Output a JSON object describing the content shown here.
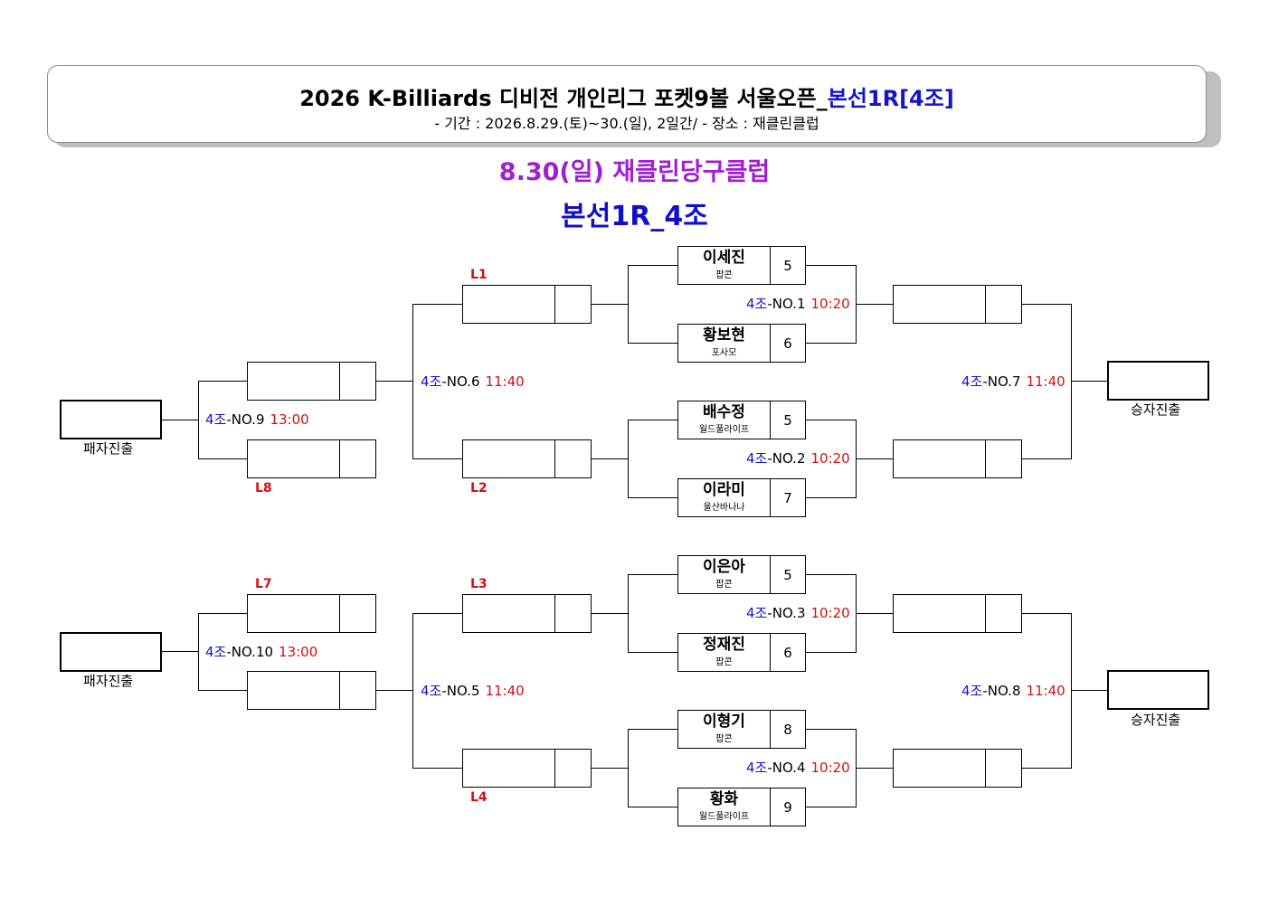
{
  "header": {
    "title_main": "2026  K-Billiards  디비전  개인리그  포켓9볼  서울오픈_",
    "title_accent": "본선1R[4조]",
    "subtitle": "-  기간  :  2026.8.29.(토)~30.(일),  2일간/  -  장소  :  재클린클럽"
  },
  "date_line": "8.30(일)  재클린당구클럽",
  "round_line": "본선1R_4조",
  "colors": {
    "group_blue": "#1515c8",
    "time_red": "#d01010",
    "date_purple": "#a020d0",
    "title_blue": "#1010c8"
  },
  "first_round": [
    {
      "top": {
        "name": "이세진",
        "club": "팝콘",
        "score": "5"
      },
      "bottom": {
        "name": "황보현",
        "club": "포사모",
        "score": "6"
      },
      "label": {
        "group": "4조",
        "match": "-NO.1",
        "time": "10:20"
      }
    },
    {
      "top": {
        "name": "배수정",
        "club": "월드풀라이프",
        "score": "5"
      },
      "bottom": {
        "name": "이라미",
        "club": "울산바나나",
        "score": "7"
      },
      "label": {
        "group": "4조",
        "match": "-NO.2",
        "time": "10:20"
      }
    },
    {
      "top": {
        "name": "이은아",
        "club": "팝콘",
        "score": "5"
      },
      "bottom": {
        "name": "정재진",
        "club": "팝콘",
        "score": "6"
      },
      "label": {
        "group": "4조",
        "match": "-NO.3",
        "time": "10:20"
      }
    },
    {
      "top": {
        "name": "이형기",
        "club": "팝콘",
        "score": "8"
      },
      "bottom": {
        "name": "황화",
        "club": "월드풀라이프",
        "score": "9"
      },
      "label": {
        "group": "4조",
        "match": "-NO.4",
        "time": "10:20"
      }
    }
  ],
  "losers_round": [
    {
      "group": "4조",
      "match": "-NO.6",
      "time": "11:40"
    },
    {
      "group": "4조",
      "match": "-NO.5",
      "time": "11:40"
    }
  ],
  "losers_final": [
    {
      "group": "4조",
      "match": "-NO.9",
      "time": "13:00"
    },
    {
      "group": "4조",
      "match": "-NO.10",
      "time": "13:00"
    }
  ],
  "winners_round": [
    {
      "group": "4조",
      "match": "-NO.7",
      "time": "11:40"
    },
    {
      "group": "4조",
      "match": "-NO.8",
      "time": "11:40"
    }
  ],
  "loser_codes": [
    "L1",
    "L2",
    "L3",
    "L4",
    "L7",
    "L8"
  ],
  "outcomes": {
    "loser_advance": "패자진출",
    "winner_advance": "승자진출"
  }
}
